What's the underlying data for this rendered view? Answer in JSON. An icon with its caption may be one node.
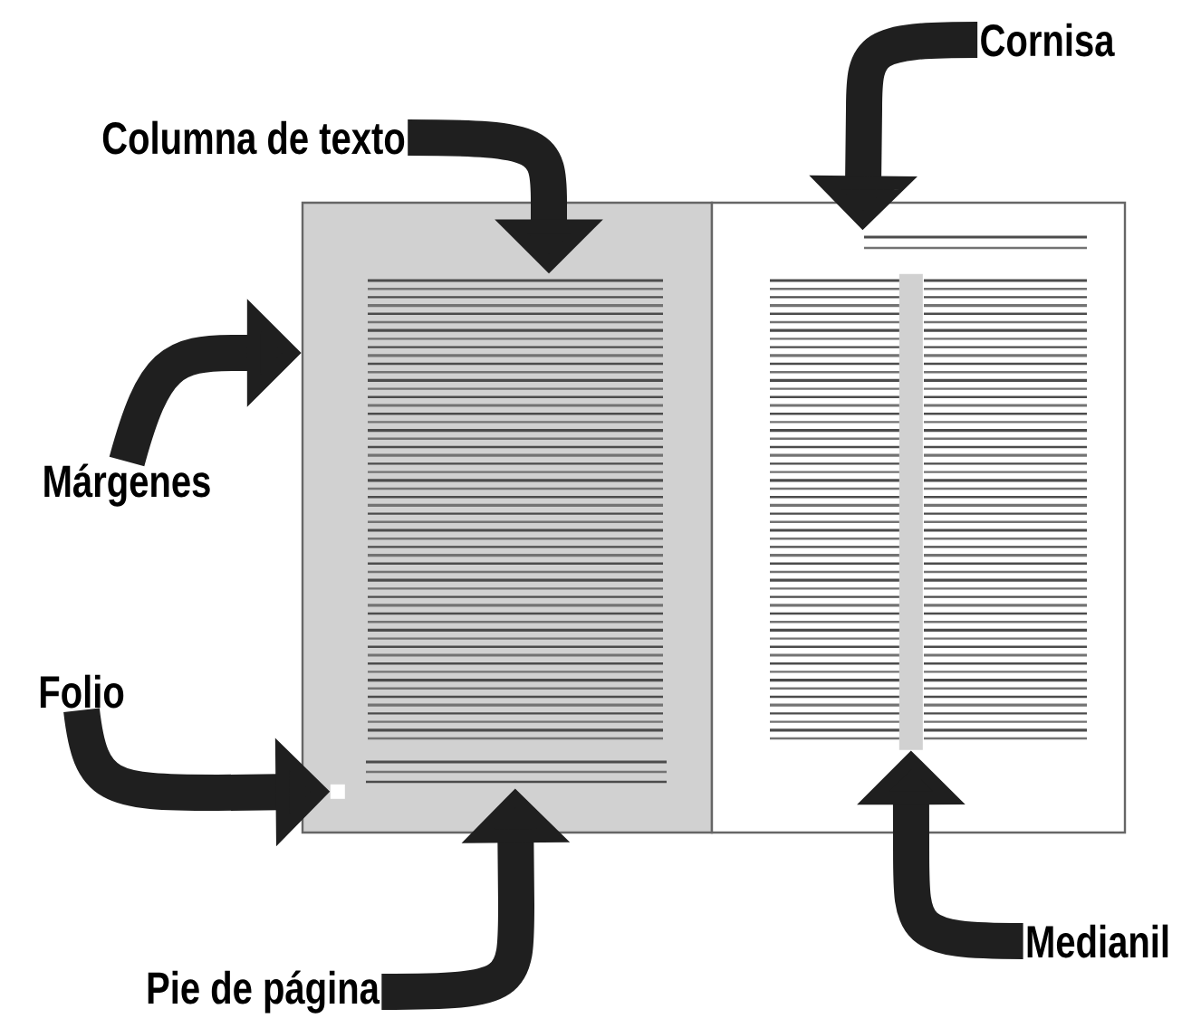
{
  "diagram": {
    "nodes": [
      {
        "text": [
          "Columna de texto"
        ]
      },
      {
        "text": [
          "Cornisa"
        ]
      },
      {
        "text": [
          "Márgenes"
        ]
      },
      {
        "text": [
          "Folio"
        ]
      },
      {
        "text": [
          "Pie de página"
        ]
      },
      {
        "text": [
          "Medianil"
        ]
      },
      {
        "text": [],
        "shape": "box"
      },
      {
        "text": [],
        "shape": "box"
      },
      {
        "text": [],
        "shape": "box",
        "in": 6
      },
      {
        "text": [],
        "shape": "box",
        "in": 7
      },
      {
        "text": [],
        "shape": "box",
        "in": 6
      },
      {
        "text": [],
        "shape": "box",
        "in": 6
      },
      {
        "text": [],
        "shape": "bar",
        "in": 7
      }
    ],
    "edges": [
      {
        "from": 0,
        "to": 8,
        "arrow": "to"
      },
      {
        "from": 1,
        "to": 9,
        "arrow": "to"
      },
      {
        "from": 2,
        "to": 6,
        "arrow": "to"
      },
      {
        "from": 3,
        "to": 10,
        "arrow": "to"
      },
      {
        "from": 4,
        "to": 11,
        "arrow": "to"
      },
      {
        "from": 5,
        "to": 12,
        "arrow": "to"
      }
    ]
  }
}
